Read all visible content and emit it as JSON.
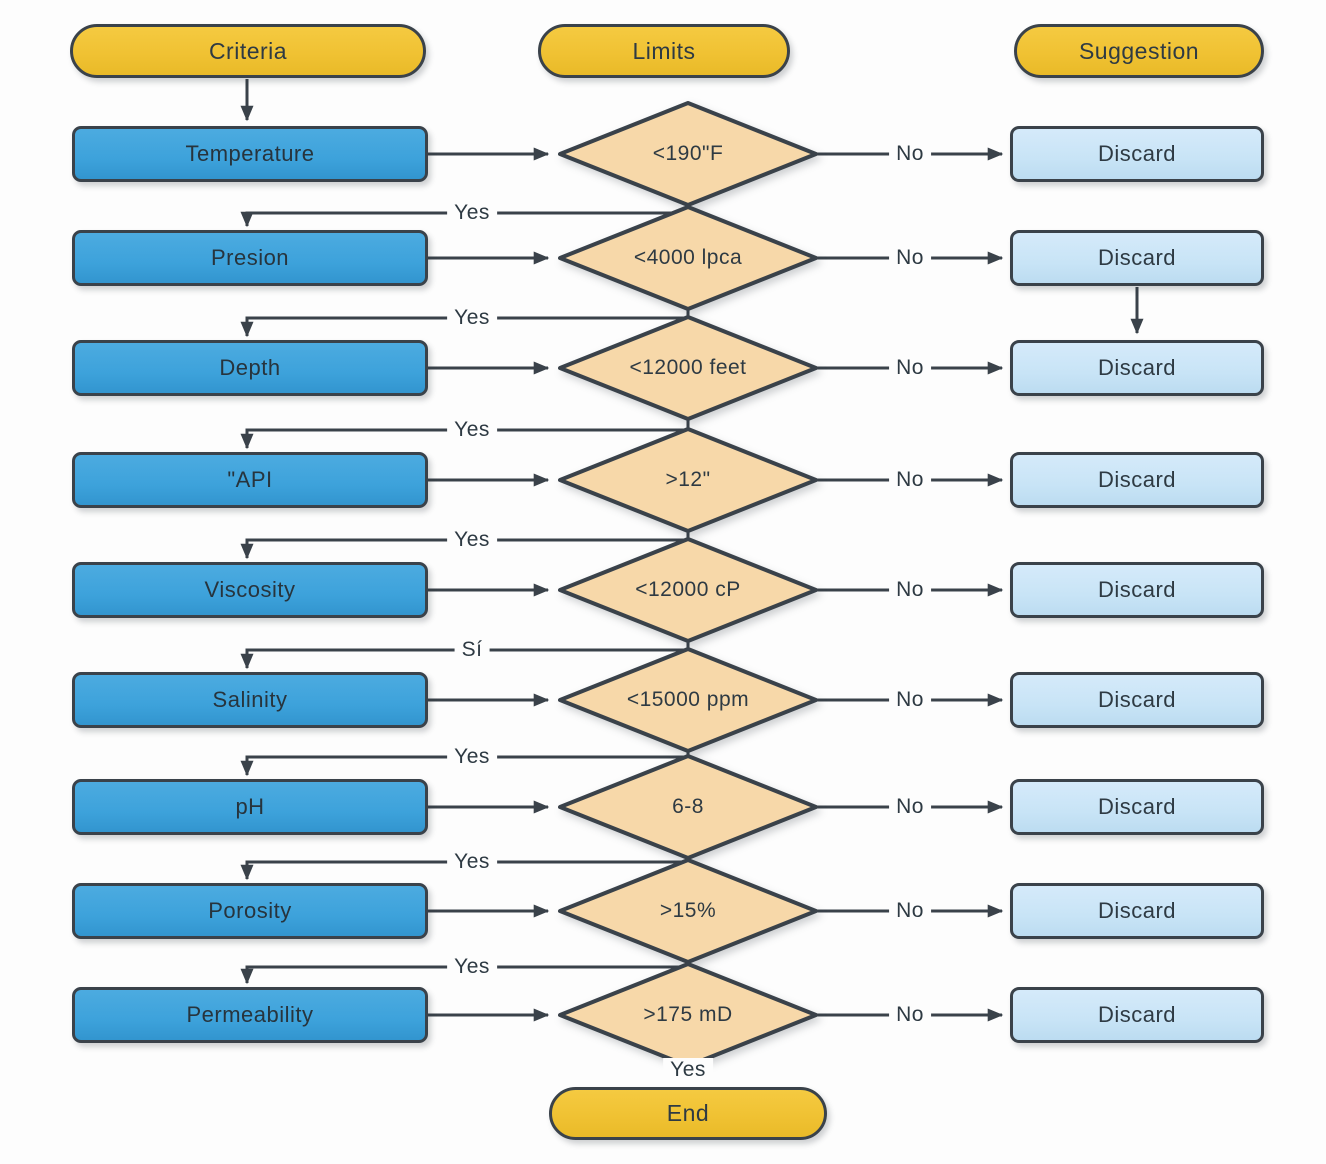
{
  "diagram": {
    "headers": [
      {
        "label": "Criteria"
      },
      {
        "label": "Limits"
      },
      {
        "label": "Suggestion"
      }
    ],
    "rows": [
      {
        "criterion": "Temperature",
        "limit": "<190\"F",
        "no_label": "No",
        "yes_label": "Yes",
        "suggestion": "Discard"
      },
      {
        "criterion": "Presion",
        "limit": "<4000 lpca",
        "no_label": "No",
        "yes_label": "Yes",
        "suggestion": "Discard"
      },
      {
        "criterion": "Depth",
        "limit": "<12000 feet",
        "no_label": "No",
        "yes_label": "Yes",
        "suggestion": "Discard"
      },
      {
        "criterion": "\"API",
        "limit": ">12\"",
        "no_label": "No",
        "yes_label": "Yes",
        "suggestion": "Discard"
      },
      {
        "criterion": "Viscosity",
        "limit": "<12000 cP",
        "no_label": "No",
        "yes_label": "Sí",
        "suggestion": "Discard"
      },
      {
        "criterion": "Salinity",
        "limit": "<15000 ppm",
        "no_label": "No",
        "yes_label": "Yes",
        "suggestion": "Discard"
      },
      {
        "criterion": "pH",
        "limit": "6-8",
        "no_label": "No",
        "yes_label": "Yes",
        "suggestion": "Discard"
      },
      {
        "criterion": "Porosity",
        "limit": ">15%",
        "no_label": "No",
        "yes_label": "Yes",
        "suggestion": "Discard"
      },
      {
        "criterion": "Permeability",
        "limit": ">175 mD",
        "no_label": "No",
        "yes_label": "Yes",
        "suggestion": "Discard"
      }
    ],
    "end": {
      "label": "End"
    },
    "colors": {
      "header_fill": "#f0c233",
      "criterion_fill": "#3da2db",
      "limit_fill": "#f7d8a9",
      "suggestion_fill": "#c8e4f6",
      "stroke": "#3a424a"
    }
  }
}
